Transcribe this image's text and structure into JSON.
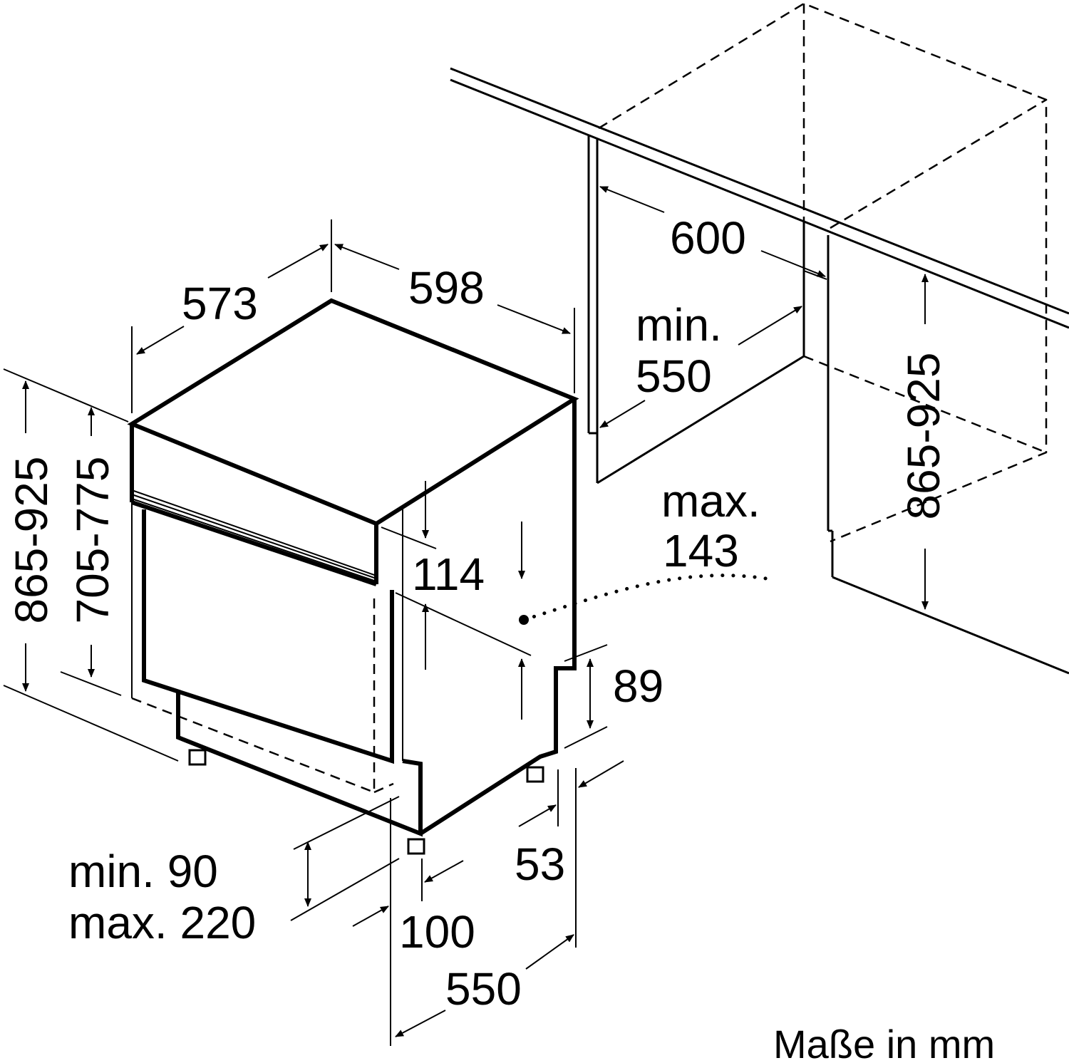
{
  "labels": {
    "depth_573": "573",
    "width_598": "598",
    "niche_width_600": "600",
    "niche_depth_min": "min.",
    "niche_depth_550": "550",
    "height_865_925_left": "865-925",
    "height_705_775": "705-775",
    "height_865_925_right": "865-925",
    "panel_114": "114",
    "max_label": "max.",
    "max_143": "143",
    "plinth_89": "89",
    "plinth_min": "min. 90",
    "plinth_max": "max. 220",
    "foot_100": "100",
    "foot_53": "53",
    "depth_550": "550",
    "units": "Maße in mm"
  }
}
